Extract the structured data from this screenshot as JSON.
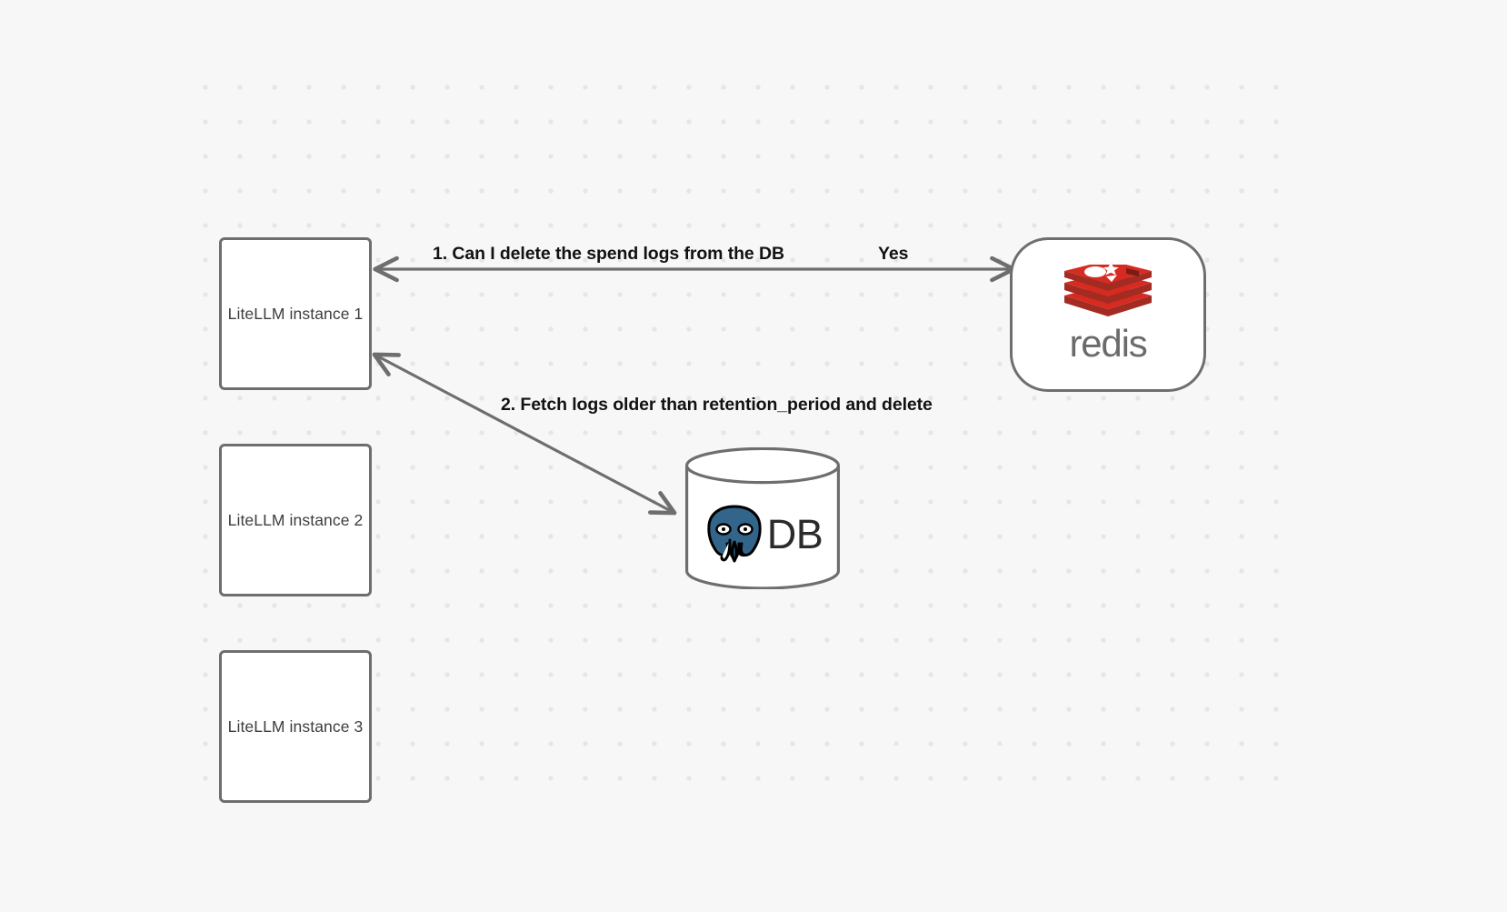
{
  "canvas": {
    "background_color": "#f7f7f7",
    "grid_dot_color": "#e6e6e6",
    "stroke_color": "#6e6e6e"
  },
  "nodes": [
    {
      "id": "litellm-1",
      "label": "LiteLLM instance 1",
      "shape": "rounded-rect"
    },
    {
      "id": "litellm-2",
      "label": "LiteLLM instance 2",
      "shape": "rounded-rect"
    },
    {
      "id": "litellm-3",
      "label": "LiteLLM instance 3",
      "shape": "rounded-rect"
    },
    {
      "id": "redis",
      "label": "redis",
      "shape": "stadium",
      "logo": "redis-logo-icon",
      "brand_color": "#d62b20"
    },
    {
      "id": "database",
      "label": "DB",
      "shape": "cylinder",
      "logo": "postgresql-elephant-icon",
      "brand_color": "#33658a"
    }
  ],
  "edges": [
    {
      "id": "edge-1",
      "from": "litellm-1",
      "to": "redis",
      "label": "1.  Can I delete the spend logs from the DB",
      "reply_label": "Yes",
      "direction": "bidirectional"
    },
    {
      "id": "edge-2",
      "from": "litellm-1",
      "to": "database",
      "label": "2.  Fetch logs older than retention_period and delete",
      "direction": "bidirectional"
    }
  ],
  "labels": {
    "step_1": "1.  Can I delete the spend logs from the DB",
    "step_1_reply": "Yes",
    "step_2": "2.  Fetch logs older than retention_period and delete",
    "litellm_1": "LiteLLM instance 1",
    "litellm_2": "LiteLLM instance 2",
    "litellm_3": "LiteLLM instance 3",
    "redis_wordmark": "redis",
    "db_text": "DB"
  }
}
